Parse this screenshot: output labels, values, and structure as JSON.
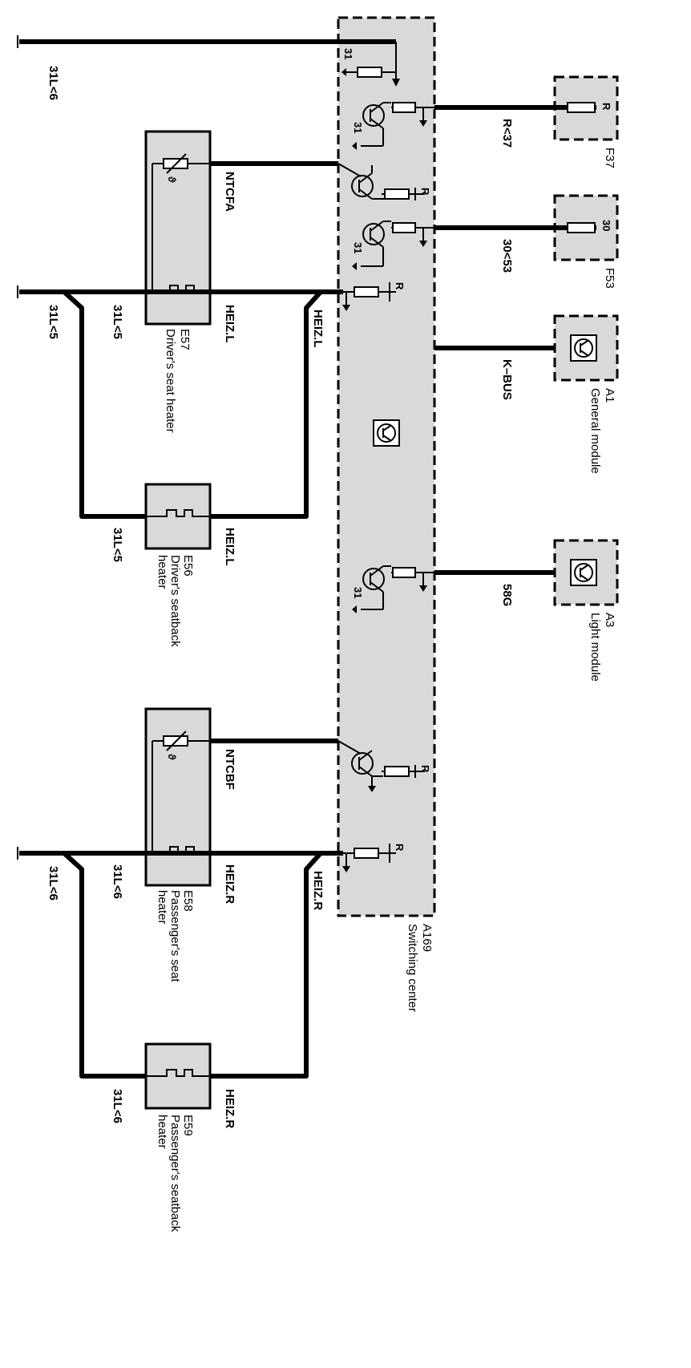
{
  "switching_center": {
    "id": "A169",
    "name": "Switching center"
  },
  "modules": [
    {
      "id": "F37",
      "pin": "R",
      "wire": "R<37"
    },
    {
      "id": "F53",
      "pin": "30",
      "wire": "30<53"
    },
    {
      "id": "A1",
      "name": "General module",
      "wire": "K–BUS"
    },
    {
      "id": "A3",
      "name": "Light module",
      "wire": "58G"
    }
  ],
  "heaters": [
    {
      "id": "E57",
      "name": "Driver's seat heater",
      "line1": "Driver's seat heater",
      "line2": "",
      "sensor_wire": "NTCFA",
      "heat_wire": "HEIZ.L",
      "ground_wire": "31L<5"
    },
    {
      "id": "E56",
      "name": "Driver's seatback heater",
      "line1": "Driver's seatback",
      "line2": "heater",
      "heat_wire": "HEIZ.L",
      "ground_wire": "31L<5"
    },
    {
      "id": "E58",
      "name": "Passenger's seat heater",
      "line1": "Passenger's seat",
      "line2": "heater",
      "sensor_wire": "NTCBF",
      "heat_wire": "HEIZ.R",
      "ground_wire": "31L<6"
    },
    {
      "id": "E59",
      "name": "Passenger's seatback heater",
      "line1": "Passenger's seatback",
      "line2": "heater",
      "heat_wire": "HEIZ.R",
      "ground_wire": "31L<6"
    }
  ],
  "ground_wires": [
    "31L<6",
    "31L<5",
    "31L<6"
  ],
  "branch_wires": [
    "HEIZ.L",
    "HEIZ.R"
  ],
  "pin_labels": {
    "ground": "31",
    "resistor": "R",
    "theta": "ϑ"
  }
}
